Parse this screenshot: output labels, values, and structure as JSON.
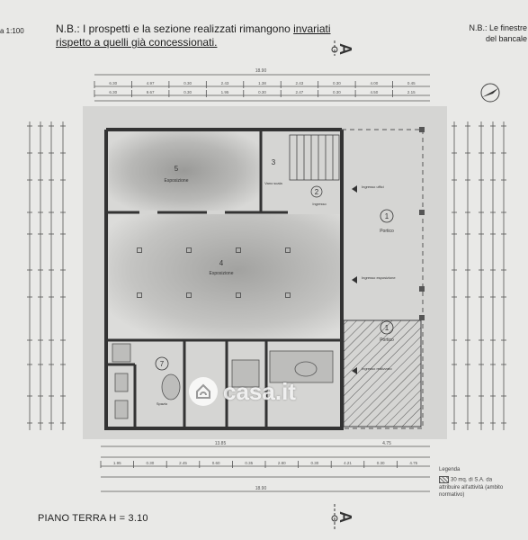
{
  "header": {
    "scale_text": "a 1:100",
    "note_line1_prefix": "N.B.: I prospetti e la sezione realizzati rimangono ",
    "note_line1_emph": "invariati",
    "note_line2": "rispetto a quelli già concessionati.",
    "note_right_line1": "N.B.: Le finestre",
    "note_right_line2": "del bancale"
  },
  "section_marker": {
    "label": "A"
  },
  "rooms": [
    {
      "number": "5",
      "name": "Esposizione"
    },
    {
      "number": "3",
      "name": "Vano scala"
    },
    {
      "number": "2",
      "name": "Ingresso"
    },
    {
      "number": "1",
      "name": "Portico"
    },
    {
      "number": "4",
      "name": "Esposizione"
    },
    {
      "number": "1",
      "name": "Portico"
    },
    {
      "number": "7",
      "name": ""
    }
  ],
  "room_labels_small": {
    "spazio": "Spazio",
    "ingresso_ufficio": "Ingresso uffici",
    "ingresso_esposizione": "Ingresso esposizione",
    "ingresso_realizzato": "Ingresso realizzato"
  },
  "dimensions": {
    "top_total": "18.90",
    "top_row": [
      "6.30",
      "4.97",
      "0.30",
      "2.43",
      "1.38",
      "2.43",
      "0.30",
      "4.00",
      "0.45"
    ],
    "top_row2": [
      "6.30",
      "9.67",
      "0.30",
      "1.95",
      "0.30",
      "2.47",
      "0.30",
      "4.50",
      "2.15"
    ],
    "bottom_total": "18.90",
    "bottom_row1": [
      "13.85",
      "4.75"
    ],
    "bottom_row2": [
      "1.95",
      "0.30",
      "2.45",
      "0.60",
      "0.35",
      "2.80",
      "0.30",
      "4.21",
      "0.30",
      "4.75"
    ]
  },
  "legend": {
    "title": "Legenda",
    "text": "30 mq. di S.A. da attribuire all'attività (ambito normativo)"
  },
  "footer": {
    "plan_title": "PIANO TERRA H = 3.10"
  },
  "watermark": {
    "text": "casa.it"
  }
}
